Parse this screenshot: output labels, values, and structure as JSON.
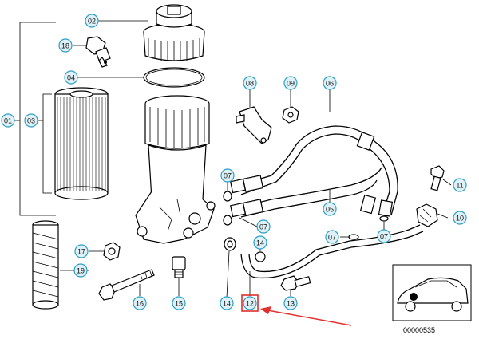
{
  "callouts": [
    {
      "id": "c01",
      "label": "01"
    },
    {
      "id": "c02",
      "label": "02"
    },
    {
      "id": "c03",
      "label": "03"
    },
    {
      "id": "c04",
      "label": "04"
    },
    {
      "id": "c05",
      "label": "05"
    },
    {
      "id": "c06",
      "label": "06"
    },
    {
      "id": "c07a",
      "label": "07"
    },
    {
      "id": "c07b",
      "label": "07"
    },
    {
      "id": "c07c",
      "label": "07"
    },
    {
      "id": "c07d",
      "label": "07"
    },
    {
      "id": "c08",
      "label": "08"
    },
    {
      "id": "c09",
      "label": "09"
    },
    {
      "id": "c10",
      "label": "10"
    },
    {
      "id": "c11",
      "label": "11"
    },
    {
      "id": "c12",
      "label": "12"
    },
    {
      "id": "c13",
      "label": "13"
    },
    {
      "id": "c14a",
      "label": "14"
    },
    {
      "id": "c14b",
      "label": "14"
    },
    {
      "id": "c15",
      "label": "15"
    },
    {
      "id": "c16",
      "label": "16"
    },
    {
      "id": "c17",
      "label": "17"
    },
    {
      "id": "c18",
      "label": "18"
    },
    {
      "id": "c19",
      "label": "19"
    }
  ],
  "diagram_code": "00000535",
  "highlight": {
    "label": "12",
    "box_color": "#e03030",
    "arrow_color": "#e03030"
  },
  "colors": {
    "callout_fill": "#dff1f7",
    "callout_stroke": "#2a9fc7"
  }
}
